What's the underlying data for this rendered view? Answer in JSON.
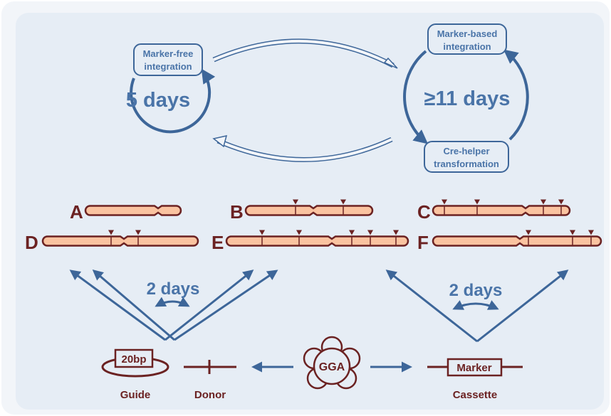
{
  "cycle": {
    "left_box": [
      "Marker-free",
      "integration"
    ],
    "left_days": "5 days",
    "right_top_box": [
      "Marker-based",
      "integration"
    ],
    "right_days": "≥11 days",
    "right_bottom_box": [
      "Cre-helper",
      "transformation"
    ]
  },
  "chromosomes": {
    "a": "A",
    "b": "B",
    "c": "C",
    "d": "D",
    "e": "E",
    "f": "F"
  },
  "transfers": {
    "left_days": "2 days",
    "right_days": "2 days"
  },
  "bottom": {
    "guide_box": "20bp",
    "guide_label": "Guide",
    "donor_label": "Donor",
    "center": "GGA",
    "cassette_box": "Marker",
    "cassette_label": "Cassette"
  },
  "colors": {
    "blue": "#3d6699",
    "text_blue": "#4a74a8",
    "maroon": "#6b2222",
    "chrom_fill": "#fac3a0",
    "panel": "#e9eff6"
  }
}
